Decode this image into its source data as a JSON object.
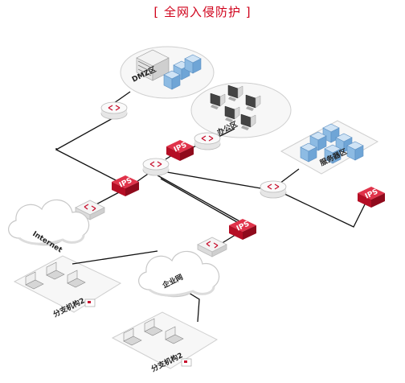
{
  "title": "[ 全网入侵防护 ]",
  "labels": {
    "dmz": "DMZ区",
    "office": "办公区",
    "server": "服务器区",
    "internet": "Internet",
    "enterprise": "企业网",
    "branch1": "分支机构2",
    "branch2": "分支机构2",
    "ips": "IPS"
  },
  "colors": {
    "ips": "#c8102e",
    "title": "#d0021b",
    "line": "#111111",
    "server_blue": "#7fb3df",
    "zone_fill": "#f7f7f7",
    "zone_stroke": "#cfcfcf"
  }
}
